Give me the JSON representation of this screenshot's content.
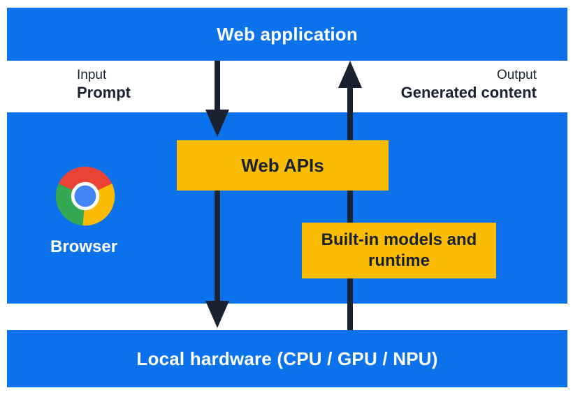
{
  "diagram_title": "Web application to local hardware architecture",
  "colors": {
    "blue": "#0B72EC",
    "yellow": "#FBBC04",
    "dark": "#1A2130",
    "white": "#FFFFFF",
    "chrome_red": "#EA4335",
    "chrome_green": "#34A853",
    "chrome_yellow": "#FBBC05",
    "chrome_center_blue": "#4285F4"
  },
  "top_bar": {
    "label": "Web application"
  },
  "io_labels": {
    "input_title": "Input",
    "input_value": "Prompt",
    "output_title": "Output",
    "output_value": "Generated content"
  },
  "browser_section": {
    "label": "Browser",
    "logo": "chrome-logo"
  },
  "boxes": {
    "web_apis_label": "Web APIs",
    "builtin_label": "Built-in models and runtime"
  },
  "arrows": {
    "down_flow": "Web application → Web APIs → Local hardware",
    "up_flow": "Local hardware → Built-in models and runtime → Web application"
  },
  "bottom_bar": {
    "label": "Local hardware (CPU / GPU / NPU)"
  }
}
